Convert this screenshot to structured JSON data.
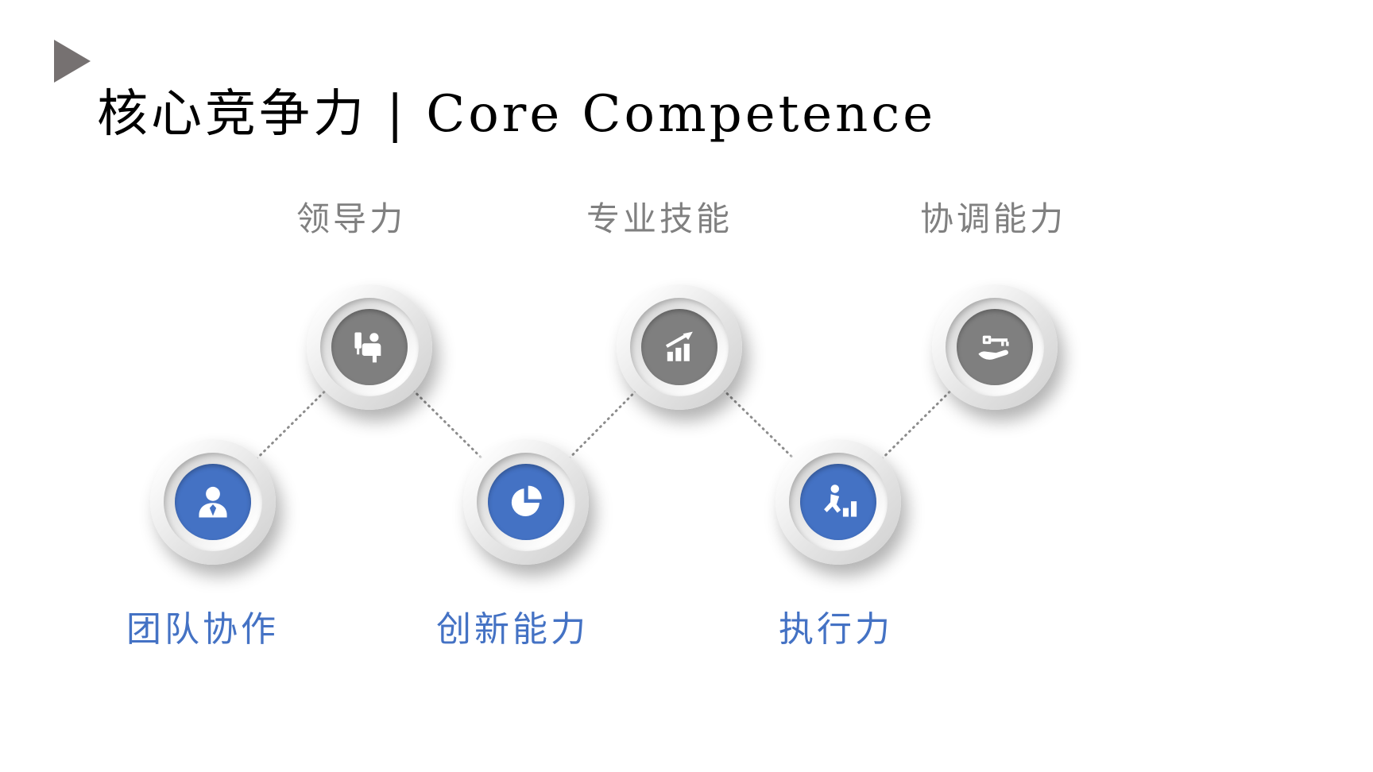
{
  "slide": {
    "title": "核心竞争力 | Core Competence"
  },
  "nodes": [
    {
      "label": "团队协作",
      "row": "bottom",
      "tone": "blue",
      "icon": "team-person-icon"
    },
    {
      "label": "领导力",
      "row": "top",
      "tone": "gray",
      "icon": "leadership-desk-icon"
    },
    {
      "label": "创新能力",
      "row": "bottom",
      "tone": "blue",
      "icon": "innovation-pie-icon"
    },
    {
      "label": "专业技能",
      "row": "top",
      "tone": "gray",
      "icon": "skill-growth-chart-icon"
    },
    {
      "label": "执行力",
      "row": "bottom",
      "tone": "blue",
      "icon": "execution-climb-icon"
    },
    {
      "label": "协调能力",
      "row": "top",
      "tone": "gray",
      "icon": "coordination-key-icon"
    }
  ],
  "colors": {
    "accent_blue": "#4472c4",
    "node_gray": "#7f7f7f",
    "top_label_gray": "#808080",
    "marker_gray": "#767171",
    "connector_gray": "#8c8c8c",
    "title_black": "#000000"
  }
}
